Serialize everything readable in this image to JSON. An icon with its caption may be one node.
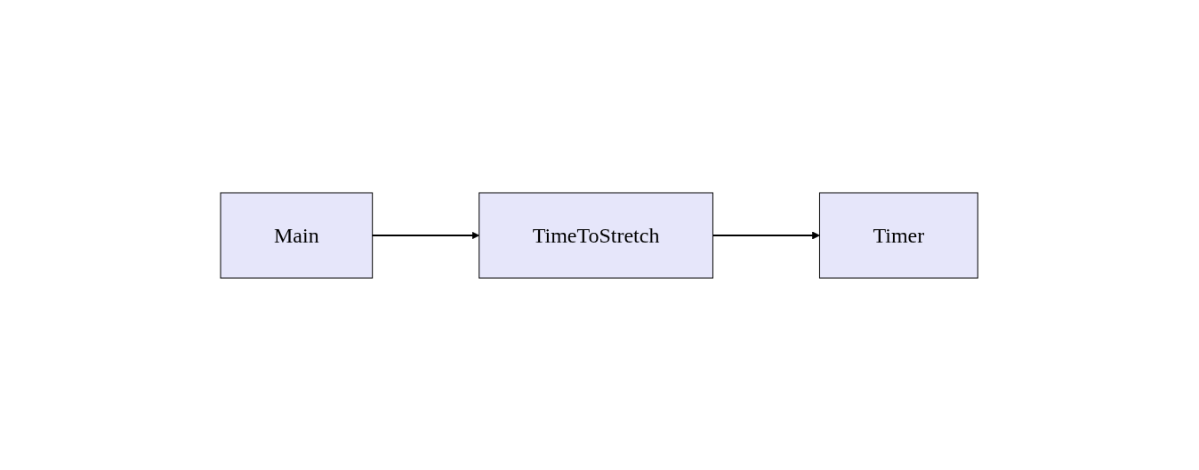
{
  "diagram": {
    "nodes": [
      {
        "text": [
          "Main"
        ]
      },
      {
        "text": [
          "TimeToStretch"
        ]
      },
      {
        "text": [
          "Timer"
        ]
      }
    ],
    "edges": [
      {
        "from": 0,
        "to": 1,
        "arrow": "to"
      },
      {
        "from": 1,
        "to": 2,
        "arrow": "to"
      }
    ]
  }
}
